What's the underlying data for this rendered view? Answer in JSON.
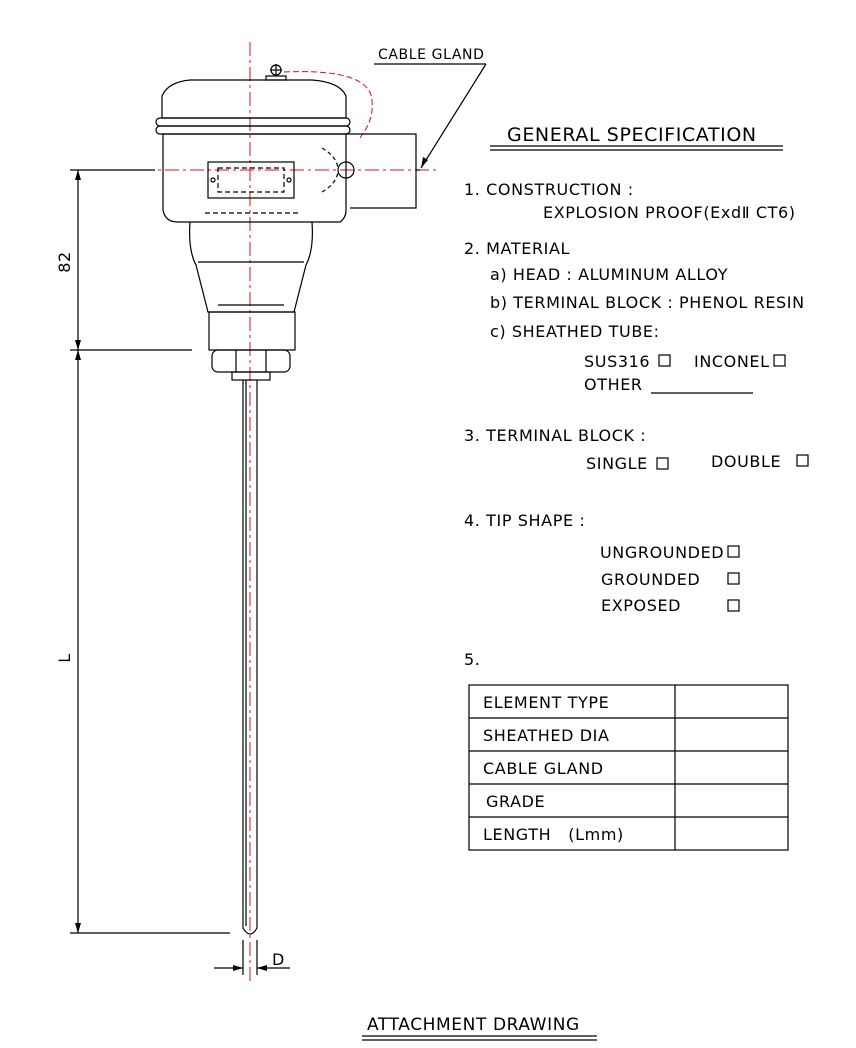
{
  "callout": {
    "cable_gland": "CABLE GLAND"
  },
  "dimensions": {
    "head_height": "82",
    "length": "L",
    "diameter": "D"
  },
  "spec": {
    "title": "GENERAL SPECIFICATION",
    "construction": {
      "heading": "1. CONSTRUCTION :",
      "value": "EXPLOSION PROOF(ExdⅡ  CT6)"
    },
    "material": {
      "heading": "2. MATERIAL",
      "head": "a) HEAD : ALUMINUM ALLOY",
      "terminal_block": "b) TERMINAL BLOCK : PHENOL RESIN",
      "sheathed_tube": "c) SHEATHED TUBE:",
      "options": [
        "SUS316",
        "INCONEL"
      ],
      "other_label": "OTHER"
    },
    "terminal_block": {
      "heading": "3. TERMINAL BLOCK :",
      "options": [
        "SINGLE",
        "DOUBLE"
      ]
    },
    "tip_shape": {
      "heading": "4. TIP SHAPE :",
      "options": [
        "UNGROUNDED",
        "GROUNDED",
        "EXPOSED"
      ]
    },
    "item5": {
      "heading": "5."
    },
    "table": {
      "rows": [
        {
          "label": "ELEMENT TYPE",
          "value": ""
        },
        {
          "label": "SHEATHED DIA",
          "value": ""
        },
        {
          "label": "CABLE GLAND",
          "value": ""
        },
        {
          "label": "GRADE",
          "value": ""
        },
        {
          "label": "LENGTH   (Lmm)",
          "value": ""
        }
      ]
    }
  },
  "footer": {
    "title": "ATTACHMENT DRAWING"
  },
  "colors": {
    "centerline": "#d4121c",
    "line": "#000000"
  }
}
